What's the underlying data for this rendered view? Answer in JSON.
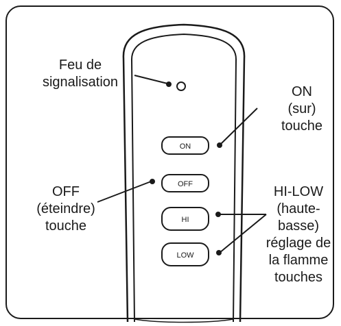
{
  "buttons": {
    "on": "ON",
    "off": "OFF",
    "hi": "HI",
    "low": "LOW"
  },
  "labels": {
    "indicator": [
      "Feu de",
      "signalisation"
    ],
    "on": [
      "ON",
      "(sur)",
      "touche"
    ],
    "off": [
      "OFF",
      "(éteindre)",
      "touche"
    ],
    "hilow": [
      "HI-LOW",
      "(haute-",
      "basse)",
      "réglage de",
      "la flamme",
      "touches"
    ]
  }
}
